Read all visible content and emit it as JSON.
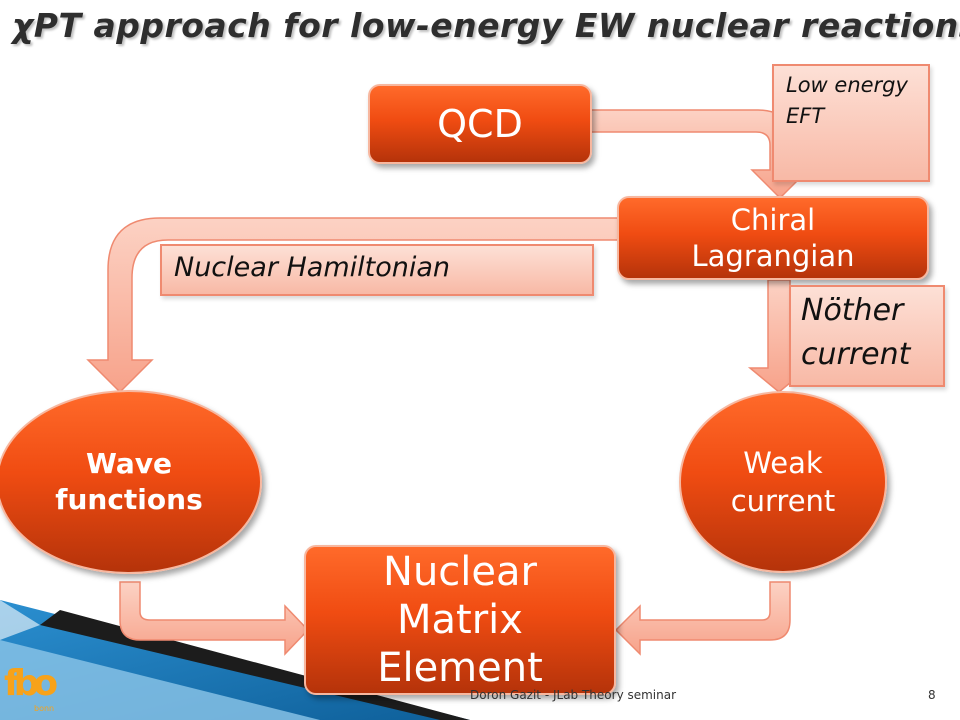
{
  "slide": {
    "title": "χPT approach for low-energy EW nuclear reactions:",
    "footer": "Doron Gazit - JLab Theory seminar",
    "page_number": "8"
  },
  "nodes": {
    "qcd": "QCD",
    "chiral_lagrangian": "Chiral Lagrangian",
    "wave_functions": "Wave functions",
    "weak_current": "Weak current",
    "nuclear_matrix_element": "Nuclear Matrix Element"
  },
  "notes": {
    "low_energy_eft": "Low energy EFT",
    "nuclear_hamiltonian": "Nuclear Hamiltonian",
    "nother_current": "Nöther current"
  },
  "logo": {
    "mark": "fbo",
    "sub": "bonn"
  },
  "colors": {
    "node_fill": "#f04c12",
    "note_fill": "#f8b9a6",
    "arrow_fill": "#fbb09b",
    "decor_blue": "#1a79b5"
  }
}
